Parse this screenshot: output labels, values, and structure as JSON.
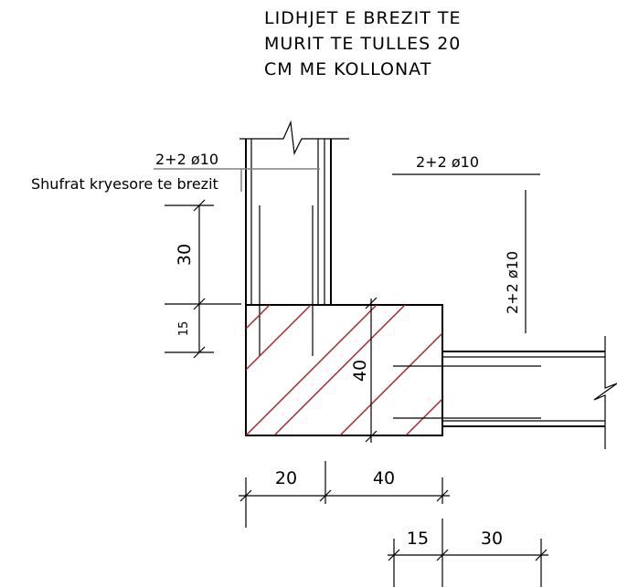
{
  "title": {
    "lines": [
      "LIDHJET E BREZIT TE",
      "MURIT TE TULLES 20",
      "CM ME KOLLONAT"
    ]
  },
  "labels": {
    "rebar_top_left": "2+2 ø10",
    "rebar_main_note": "Shufrat kryesore te brezit",
    "rebar_top_right": "2+2 ø10",
    "rebar_vertical_right": "2+2 ø10"
  },
  "dimensions": {
    "left_upper": "30",
    "left_lower": "15",
    "column_depth": "40",
    "bottom_wall": "20",
    "bottom_column": "40",
    "bottom_small": "15",
    "bottom_beam": "30"
  },
  "colors": {
    "line": "#000000",
    "hatch": "#b01e1e",
    "leader": "#808080"
  }
}
